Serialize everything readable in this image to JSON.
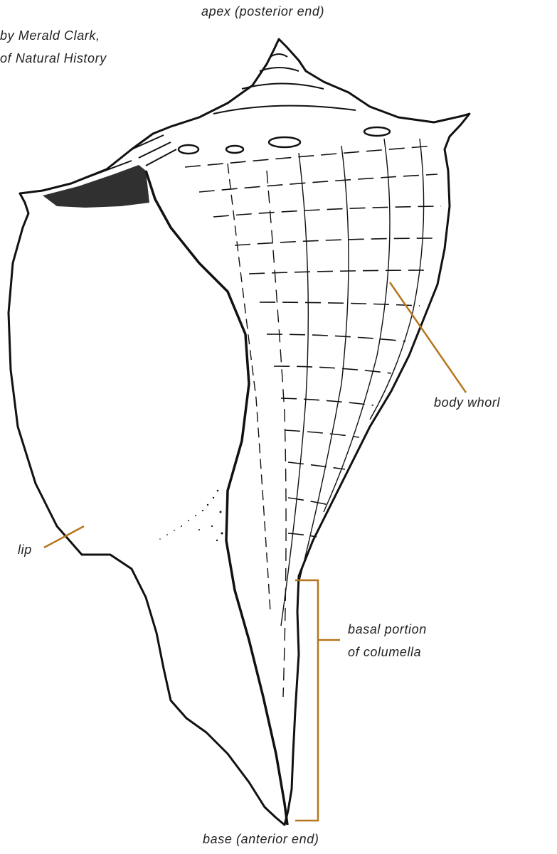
{
  "credit": {
    "line1": "by Merald Clark,",
    "line2": "of Natural History"
  },
  "labels": {
    "apex": "apex (posterior end)",
    "body_whorl": "body whorl",
    "lip": "lip",
    "basal_line1": "basal portion",
    "basal_line2": "of columella",
    "base": "base (anterior end)"
  },
  "colors": {
    "leader": "#b5761d",
    "ink": "#111111",
    "text": "#222222"
  }
}
